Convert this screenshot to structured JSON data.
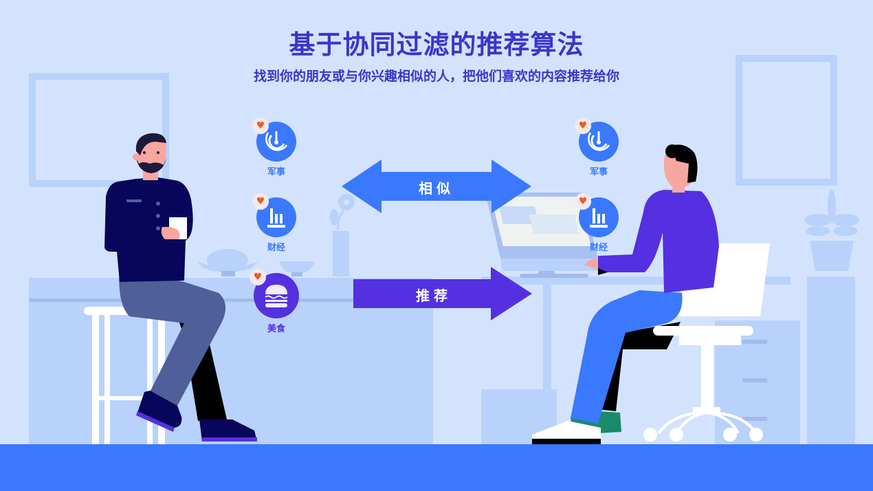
{
  "header": {
    "title": "基于协同过滤的推荐算法",
    "subtitle": "找到你的朋友或与你兴趣相似的人，把他们喜欢的内容推荐给你"
  },
  "arrows": {
    "similar": {
      "label": "相似",
      "color": "#3a78fe",
      "direction": "bidirectional"
    },
    "recommend": {
      "label": "推荐",
      "color": "#5530e0",
      "direction": "right"
    }
  },
  "left_user": {
    "interests": [
      {
        "label": "军事",
        "icon": "radar-icon",
        "color": "#3a78fe"
      },
      {
        "label": "财经",
        "icon": "bar-chart-icon",
        "color": "#3a78fe"
      },
      {
        "label": "美食",
        "icon": "burger-icon",
        "color": "#5530e0"
      }
    ]
  },
  "right_user": {
    "interests": [
      {
        "label": "军事",
        "icon": "radar-icon",
        "color": "#3a78fe"
      },
      {
        "label": "财经",
        "icon": "bar-chart-icon",
        "color": "#3a78fe"
      }
    ]
  },
  "colors": {
    "background": "#d4e3fd",
    "furniture": "#b9d2fc",
    "title": "#3c35cc",
    "floor": "#3a78fe",
    "heart": "#f05a22"
  }
}
